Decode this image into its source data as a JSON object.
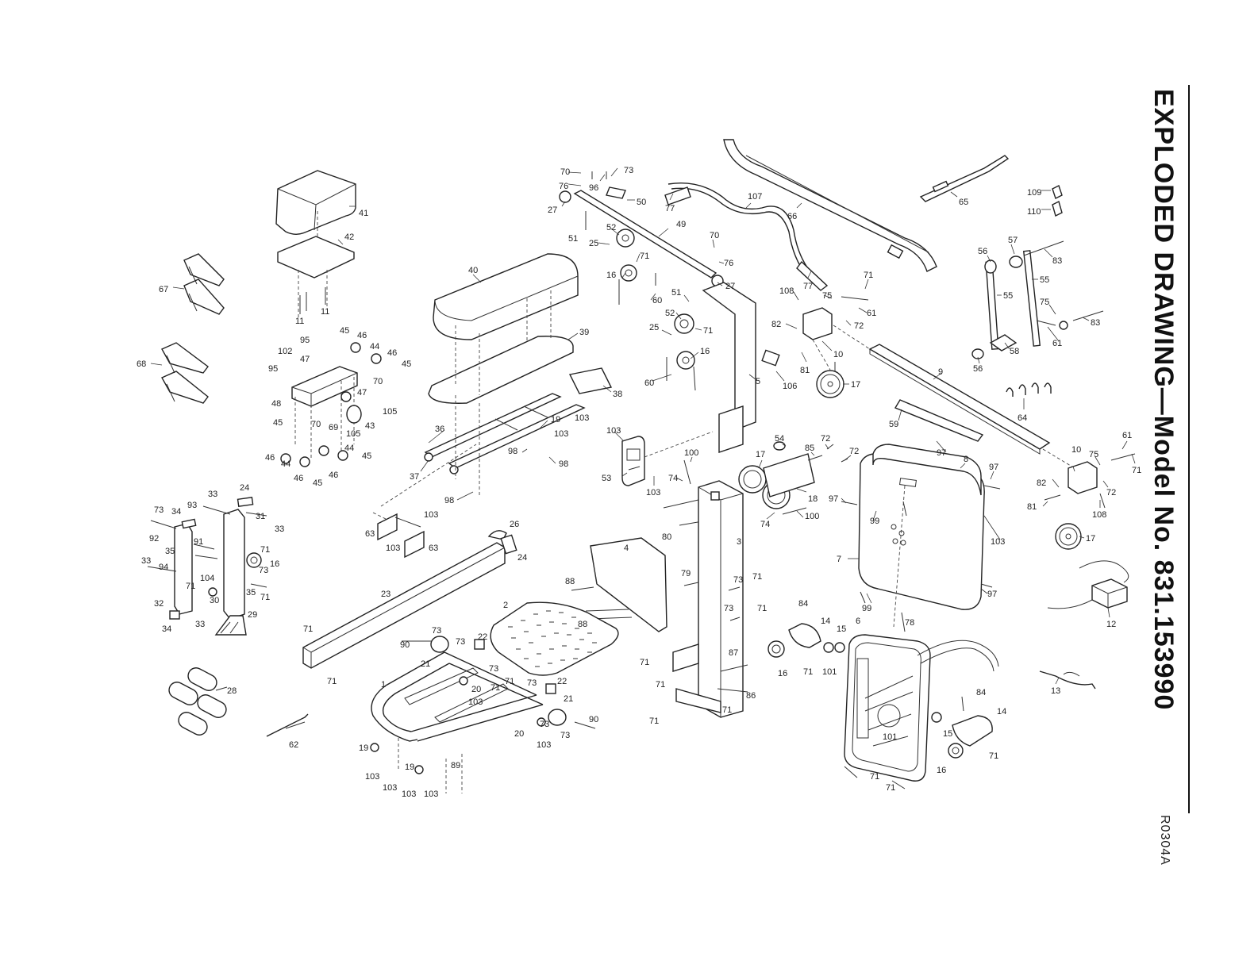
{
  "title": "EXPLODED DRAWING—Model No. 831.153990",
  "drawing_code": "R0304A",
  "callouts": {
    "c_70a": "70",
    "c_96": "96",
    "c_73a": "73",
    "c_76a": "76",
    "c_50": "50",
    "c_27a": "27",
    "c_107": "107",
    "c_66": "66",
    "c_65": "65",
    "c_109": "109",
    "c_110": "110",
    "c_41": "41",
    "c_42": "42",
    "c_11a": "11",
    "c_11b": "11",
    "c_67": "67",
    "c_68": "68",
    "c_51a": "51",
    "c_52a": "52",
    "c_25a": "25",
    "c_49": "49",
    "c_71a": "71",
    "c_16a": "16",
    "c_60a": "60",
    "c_70b": "70",
    "c_76b": "76",
    "c_27b": "27",
    "c_77a": "77",
    "c_77b": "77",
    "c_40": "40",
    "c_39": "39",
    "c_38": "38",
    "c_36": "36",
    "c_37": "37",
    "c_19a": "19",
    "c_103a": "103",
    "c_98a": "98",
    "c_98b": "98",
    "c_98c": "98",
    "c_103b": "103",
    "c_95a": "95",
    "c_95b": "95",
    "c_102": "102",
    "c_47a": "47",
    "c_48": "48",
    "c_45a": "45",
    "c_46a": "46",
    "c_44a": "44",
    "c_46b": "46",
    "c_45b": "45",
    "c_70c": "70",
    "c_47b": "47",
    "c_70d": "70",
    "c_69": "69",
    "c_105a": "105",
    "c_43": "43",
    "c_105b": "105",
    "c_45c": "45",
    "c_46c": "46",
    "c_44b": "44",
    "c_46d": "46",
    "c_45d": "45",
    "c_44c": "44",
    "c_46e": "46",
    "c_45e": "45",
    "c_51b": "51",
    "c_52b": "52",
    "c_25b": "25",
    "c_71b": "71",
    "c_16b": "16",
    "c_60b": "60",
    "c_5": "5",
    "c_106": "106",
    "c_108a": "108",
    "c_75a": "75",
    "c_71c": "71",
    "c_61a": "61",
    "c_82a": "82",
    "c_72a": "72",
    "c_10a": "10",
    "c_81a": "81",
    "c_17a": "17",
    "c_9": "9",
    "c_56a": "56",
    "c_57": "57",
    "c_83a": "83",
    "c_55a": "55",
    "c_55b": "55",
    "c_75b": "75",
    "c_83b": "83",
    "c_61b": "61",
    "c_58": "58",
    "c_56b": "56",
    "c_64": "64",
    "c_103c": "103",
    "c_53": "53",
    "c_103d": "103",
    "c_100a": "100",
    "c_74a": "74",
    "c_54": "54",
    "c_85": "85",
    "c_72b": "72",
    "c_72c": "72",
    "c_17b": "17",
    "c_18": "18",
    "c_74b": "74",
    "c_100b": "100",
    "c_59": "59",
    "c_97a": "97",
    "c_8": "8",
    "c_97b": "97",
    "c_97c": "97",
    "c_99a": "99",
    "c_7": "7",
    "c_103e": "103",
    "c_97d": "97",
    "c_99b": "99",
    "c_10b": "10",
    "c_82b": "82",
    "c_81b": "81",
    "c_75c": "75",
    "c_61c": "61",
    "c_71d": "71",
    "c_72d": "72",
    "c_108b": "108",
    "c_17c": "17",
    "c_12": "12",
    "c_13": "13",
    "c_33a": "33",
    "c_24a": "24",
    "c_73b": "73",
    "c_34a": "34",
    "c_93": "93",
    "c_31": "31",
    "c_92": "92",
    "c_91": "91",
    "c_35a": "35",
    "c_33b": "33",
    "c_33c": "33",
    "c_94": "94",
    "c_71e": "71",
    "c_104": "104",
    "c_16c": "16",
    "c_73c": "73",
    "c_30": "30",
    "c_35b": "35",
    "c_71f": "71",
    "c_32": "32",
    "c_33d": "33",
    "c_29": "29",
    "c_34b": "34",
    "c_63a": "63",
    "c_103f": "103",
    "c_103g": "103",
    "c_63b": "63",
    "c_26": "26",
    "c_24b": "24",
    "c_23": "23",
    "c_71g": "71",
    "c_71h": "71",
    "c_4": "4",
    "c_88a": "88",
    "c_88b": "88",
    "c_79": "79",
    "c_73d": "73",
    "c_71i": "71",
    "c_73e": "73",
    "c_71j": "71",
    "c_80": "80",
    "c_3": "3",
    "c_87": "87",
    "c_86": "86",
    "c_71k": "71",
    "c_71l": "71",
    "c_71m": "71",
    "c_71n": "71",
    "c_2": "2",
    "c_90a": "90",
    "c_73f": "73",
    "c_73g": "73",
    "c_21a": "21",
    "c_22a": "22",
    "c_73h": "73",
    "c_20a": "20",
    "c_71o": "71",
    "c_103h": "103",
    "c_71p": "71",
    "c_73i": "73",
    "c_22b": "22",
    "c_21b": "21",
    "c_73j": "73",
    "c_73k": "73",
    "c_90b": "90",
    "c_20b": "20",
    "c_103i": "103",
    "c_1": "1",
    "c_19b": "19",
    "c_103j": "103",
    "c_19c": "19",
    "c_103k": "103",
    "c_103l": "103",
    "c_103m": "103",
    "c_89": "89",
    "c_28": "28",
    "c_62": "62",
    "c_84a": "84",
    "c_14a": "14",
    "c_15a": "15",
    "c_6": "6",
    "c_78": "78",
    "c_16d": "16",
    "c_71q": "71",
    "c_101a": "101",
    "c_84b": "84",
    "c_14b": "14",
    "c_15b": "15",
    "c_101b": "101",
    "c_16e": "16",
    "c_71r": "71",
    "c_71s": "71",
    "c_71t": "71"
  }
}
